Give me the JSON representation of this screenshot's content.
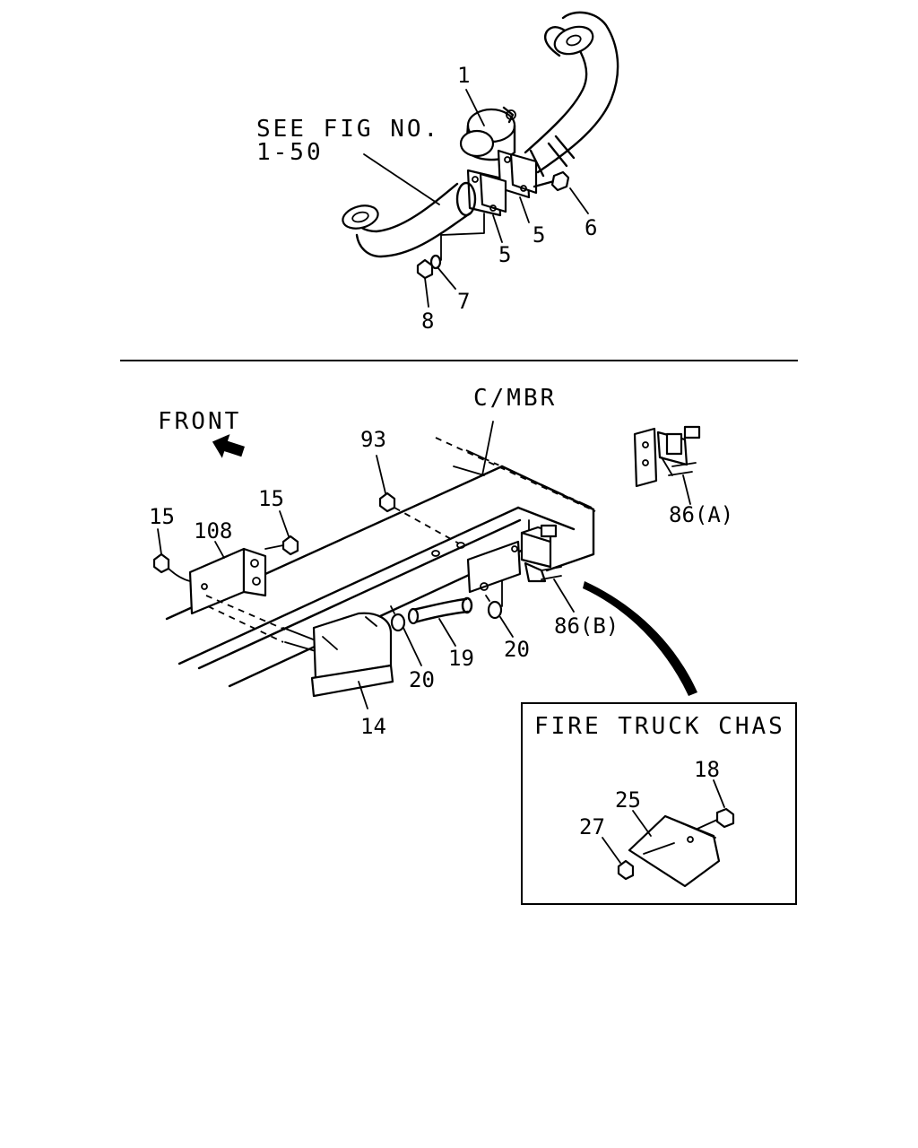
{
  "top_figure": {
    "reference_note_line1": "SEE FIG NO.",
    "reference_note_line2": "1-50",
    "callouts": [
      "1",
      "5",
      "5",
      "6",
      "7",
      "8"
    ]
  },
  "bottom_figure": {
    "front_label": "FRONT",
    "frame_label": "C/MBR",
    "callouts": [
      "93",
      "15",
      "15",
      "108",
      "86(A)",
      "86(B)",
      "20",
      "20",
      "19",
      "14"
    ]
  },
  "inset": {
    "title": "FIRE TRUCK CHAS",
    "callouts": [
      "18",
      "25",
      "27"
    ]
  }
}
